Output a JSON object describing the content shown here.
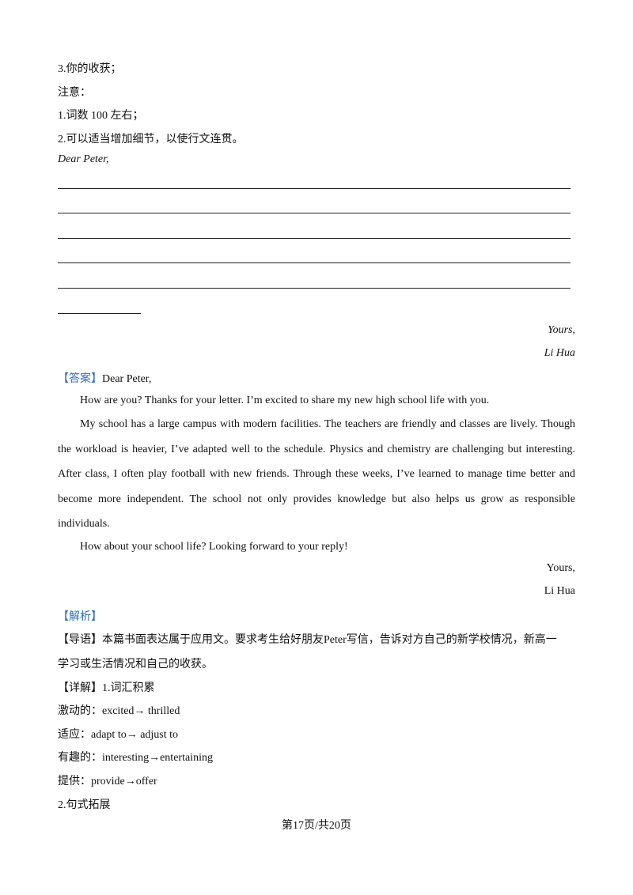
{
  "header_items": [
    "3.你的收获；",
    "注意：",
    "1.词数 100 左右；",
    "2.可以适当增加细节，以使行文连贯。"
  ],
  "greeting_prompt": "Dear Peter,",
  "closing_prompt": {
    "yours": "Yours,",
    "name": "Li Hua"
  },
  "answer": {
    "tag": "【答案】",
    "greeting": "Dear Peter,",
    "p1": "How are you? Thanks for your letter. I’m excited to share my new high school life with you.",
    "p2": "My school has a large campus with modern facilities. The teachers are friendly and classes are lively. Though the workload is heavier, I’ve adapted well to the schedule. Physics and chemistry are challenging but interesting. After class, I often play football with new friends. Through these weeks, I’ve learned to manage time better and become more independent. The school not only provides knowledge but also helps us grow as responsible individuals.",
    "p3": "How about your school life? Looking forward to your reply!",
    "yours": "Yours,",
    "name": "Li Hua"
  },
  "analysis": {
    "tag": "【解析】",
    "guide_tag": "【导语】",
    "guide_line1": "本篇书面表达属于应用文。要求考生给好朋友Peter写信，告诉对方自己的新学校情况，新高一",
    "guide_line2": "学习或生活情况和自己的收获。",
    "detail_tag": "【详解】",
    "detail_title": "1.词汇积累",
    "vocab": [
      "激动的：excited→ thrilled",
      "适应：adapt to→ adjust to",
      "有趣的：interesting→entertaining",
      "提供：provide→offer"
    ],
    "next_section": "2.句式拓展"
  },
  "footer": "第17页/共20页",
  "colors": {
    "tag_blue": "#2f6fbf",
    "text": "#111111",
    "rule": "#222222"
  }
}
